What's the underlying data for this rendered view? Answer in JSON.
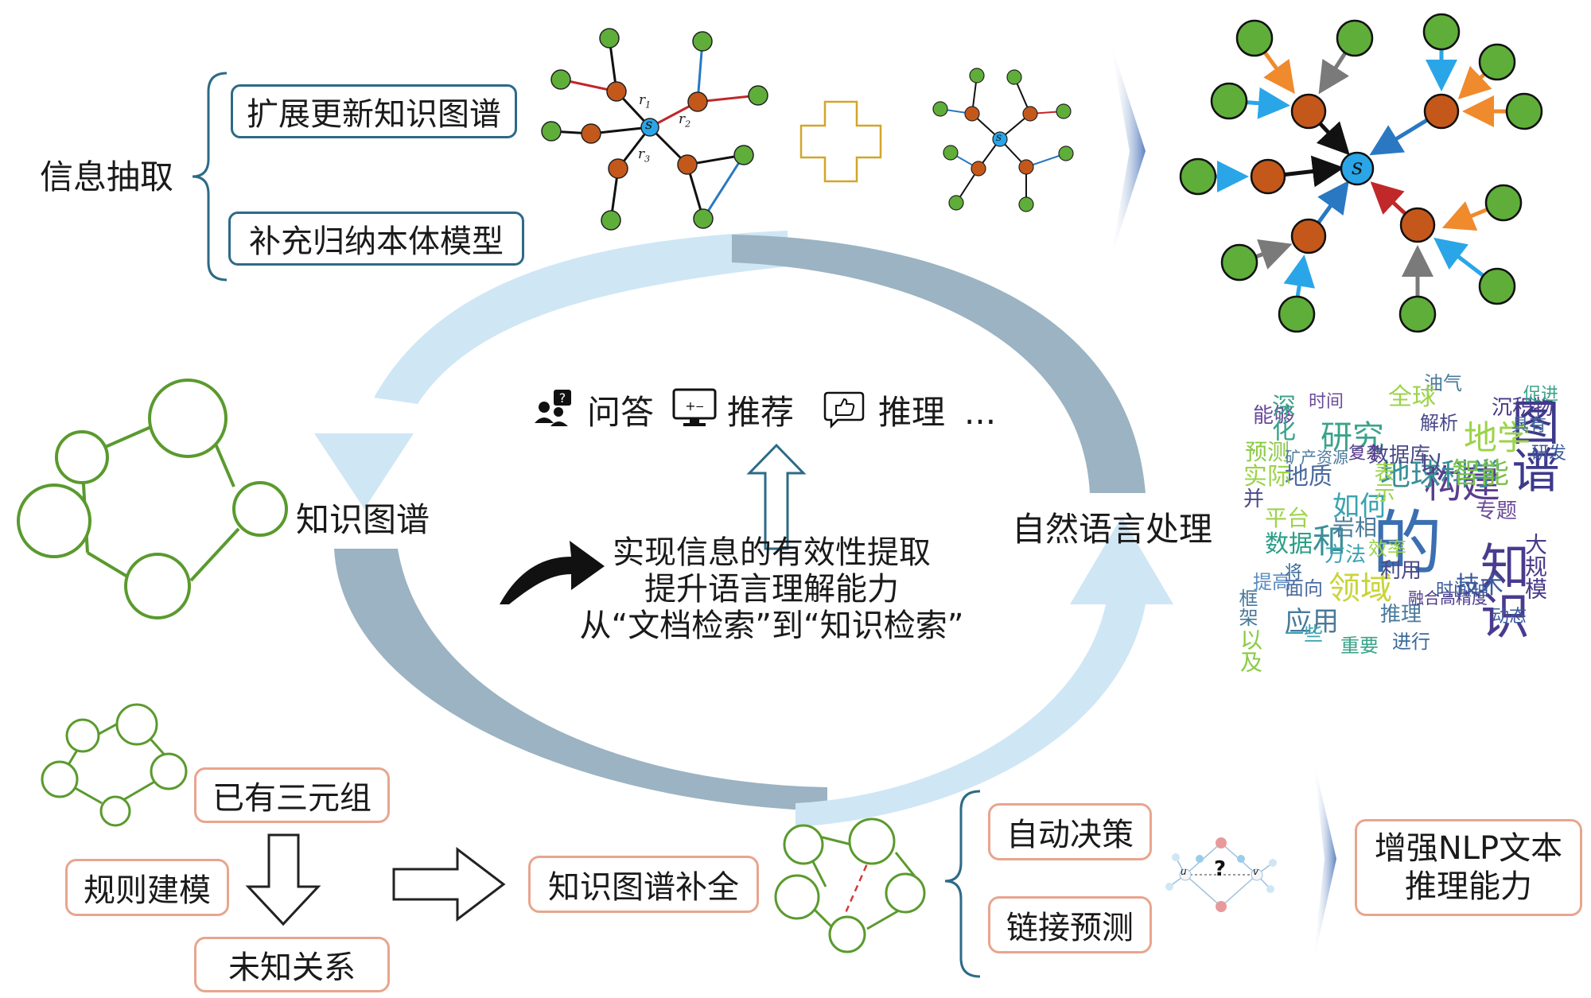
{
  "colors": {
    "node_orange": "#c4581a",
    "node_green": "#5fae3a",
    "node_blue": "#2aa6e8",
    "edge_red": "#c0282a",
    "edge_blue": "#2a78c2",
    "edge_orange": "#ef8a2d",
    "edge_gray": "#7a7a7a",
    "graph_outline_green": "#5a9a2e",
    "cycle_light_blue": "#cfe6f5",
    "cycle_steel": "#9bb3c2",
    "box_blue_border": "#2d6a87",
    "box_pink_border": "#e8a58e",
    "plus_outline": "#d4a52a",
    "chevron_fill": "#4a74b8"
  },
  "info_extraction": {
    "label": "信息抽取",
    "items": [
      "扩展更新知识图谱",
      "补充归纳本体模型"
    ]
  },
  "graph_labels": {
    "center": "s",
    "r1": "r",
    "r1_sub": "1",
    "r2": "r",
    "r2_sub": "2",
    "r3": "r",
    "r3_sub": "3"
  },
  "cycle": {
    "left_label": "知识图谱",
    "right_label": "自然语言处理",
    "apps": [
      {
        "icon": "qa-users-icon",
        "label": "问答"
      },
      {
        "icon": "monitor-calculator-icon",
        "label": "推荐"
      },
      {
        "icon": "thumbs-up-chat-icon",
        "label": "推理"
      }
    ],
    "apps_more": "...",
    "center_lines": [
      "实现信息的有效性提取",
      "提升语言理解能力",
      "从“文档检索”到“知识检索”"
    ]
  },
  "completion": {
    "existing": "已有三元组",
    "rule": "规则建模",
    "unknown": "未知关系",
    "kgc": "知识图谱补全",
    "outcomes": [
      "自动决策",
      "链接预测"
    ],
    "result_lines": [
      "增强NLP文本",
      "推理能力"
    ],
    "link_labels": {
      "q": "?",
      "u": "u",
      "v": "v"
    }
  },
  "word_cloud": [
    {
      "t": "的",
      "c": "#3b6fb0"
    },
    {
      "t": "知识",
      "c": "#4a3b8f"
    },
    {
      "t": "图谱",
      "c": "#3d3a8c"
    },
    {
      "t": "构建",
      "c": "#5a3d8e"
    },
    {
      "t": "地学",
      "c": "#9bd34a"
    },
    {
      "t": "研究",
      "c": "#3aa38a"
    },
    {
      "t": "领域",
      "c": "#c9d43a"
    },
    {
      "t": "和",
      "c": "#3a8f98"
    },
    {
      "t": "地球科学",
      "c": "#3a8f98"
    },
    {
      "t": "应用",
      "c": "#4a7a9b"
    },
    {
      "t": "智能",
      "c": "#7ac04a"
    },
    {
      "t": "如何",
      "c": "#3aa3b0"
    },
    {
      "t": "数据",
      "c": "#2a9e86"
    },
    {
      "t": "平台",
      "c": "#9bd34a"
    },
    {
      "t": "地质",
      "c": "#4a6aa0"
    },
    {
      "t": "能够",
      "c": "#6a4a9a"
    },
    {
      "t": "表示",
      "c": "#9bd34a"
    },
    {
      "t": "数据库",
      "c": "#4a4a8a"
    },
    {
      "t": "技术",
      "c": "#3a5a9a"
    },
    {
      "t": "大规模",
      "c": "#4a3a8a"
    },
    {
      "t": "预测",
      "c": "#8acb44"
    },
    {
      "t": "时间",
      "c": "#6a4a9a"
    },
    {
      "t": "解析",
      "c": "#4a4a8a"
    },
    {
      "t": "进行",
      "c": "#3a6a9a"
    },
    {
      "t": "沉积物",
      "c": "#4a3a8a"
    },
    {
      "t": "具有",
      "c": "#4a6aa0"
    },
    {
      "t": "研发",
      "c": "#3a5a9a"
    },
    {
      "t": "框架",
      "c": "#4a7a9b"
    },
    {
      "t": "重要",
      "c": "#3aa38a"
    },
    {
      "t": "提高",
      "c": "#5a8ac0"
    },
    {
      "t": "方法",
      "c": "#3aa3b0"
    },
    {
      "t": "专题",
      "c": "#6a4a9a"
    },
    {
      "t": "利用",
      "c": "#4a4a8a"
    },
    {
      "t": "推理",
      "c": "#4a7a9b"
    },
    {
      "t": "动态",
      "c": "#3a5a9a"
    },
    {
      "t": "油气",
      "c": "#4a7a9b"
    },
    {
      "t": "促进",
      "c": "#3aa38a"
    },
    {
      "t": "效率",
      "c": "#9bd34a"
    },
    {
      "t": "面向",
      "c": "#4a6aa0"
    },
    {
      "t": "一些",
      "c": "#3aa3b0"
    },
    {
      "t": "以及",
      "c": "#8acb44"
    },
    {
      "t": "并",
      "c": "#4a4a8a"
    },
    {
      "t": "将",
      "c": "#3a6a9a"
    },
    {
      "t": "实际",
      "c": "#9bd34a"
    },
    {
      "t": "岩相",
      "c": "#4a7a9b"
    },
    {
      "t": "复杂",
      "c": "#5a3d8e"
    },
    {
      "t": "矿产资源",
      "c": "#4a7a9b"
    },
    {
      "t": "融合高精度",
      "c": "#4a3a8a"
    },
    {
      "t": "时间轴",
      "c": "#3a5a9a"
    },
    {
      "t": "深化",
      "c": "#3aa38a"
    },
    {
      "t": "全球",
      "c": "#9bd34a"
    },
    {
      "t": "以",
      "c": "#4a4a8a"
    }
  ]
}
